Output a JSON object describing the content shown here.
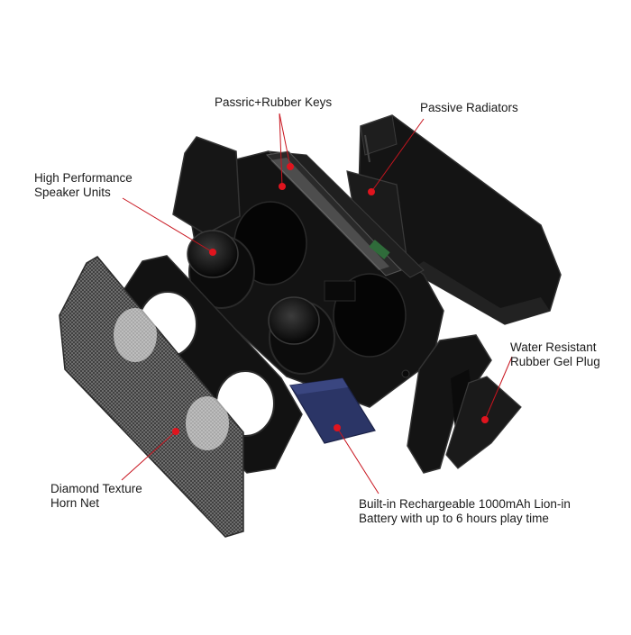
{
  "callouts": [
    {
      "id": "keys",
      "lines": [
        "Passric+Rubber Keys"
      ]
    },
    {
      "id": "radiators",
      "lines": [
        "Passive Radiators"
      ]
    },
    {
      "id": "speakers",
      "lines": [
        "High Performance",
        "Speaker Units"
      ]
    },
    {
      "id": "plug",
      "lines": [
        "Water Resistant",
        "Rubber Gel Plug"
      ]
    },
    {
      "id": "net",
      "lines": [
        "Diamond Texture",
        "Horn Net"
      ]
    },
    {
      "id": "battery",
      "lines": [
        "Built-in Rechargeable 1000mAh Lion-in",
        "Battery with up to 6 hours play time"
      ]
    }
  ],
  "colors": {
    "marker": "#e0141e",
    "leader": "#c8141e",
    "body": "#121212",
    "body_edge": "#2e2e2e",
    "battery": "#2b3566",
    "mesh": "#5a5a5a"
  }
}
